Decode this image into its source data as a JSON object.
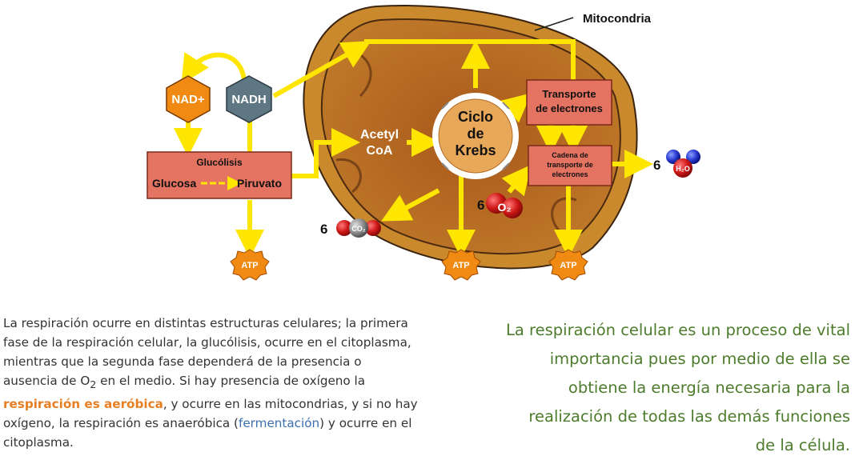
{
  "diagram": {
    "mitochondria_label": "Mitocondria",
    "nad_plus": "NAD+",
    "nadh": "NADH",
    "glycolysis_title": "Glucólisis",
    "glucose": "Glucosa",
    "pyruvate": "Piruvato",
    "acetyl_line1": "Acetyl",
    "acetyl_line2": "CoA",
    "krebs_line1": "Ciclo",
    "krebs_line2": "de",
    "krebs_line3": "Krebs",
    "transport_line1": "Transporte",
    "transport_line2": "de electrones",
    "chain_line1": "Cadena de",
    "chain_line2": "transporte de",
    "chain_line3": "electrones",
    "co2_count": "6",
    "co2_label": "CO₂",
    "o2_count": "6",
    "o2_label": "O₂",
    "h2o_count": "6",
    "h2o_label": "H₂O",
    "atp_1": "ATP",
    "atp_2": "ATP",
    "atp_3": "ATP"
  },
  "left_paragraph": {
    "part1": "La respiración ocurre en distintas estructuras celulares; la primera fase de la respiración celular, la glucólisis, ocurre en el citoplasma, mientras que la segunda fase dependerá de la presencia o ausencia de O",
    "o2_sub": "2",
    "part2": " en el medio. Si hay presencia de oxígeno la ",
    "highlight": "respiración es aeróbica",
    "part3": ", y ocurre en las mitocondrias, y si no hay oxígeno, la respiración es anaeróbica (",
    "link": "fermentación",
    "part4": ") y ocurre en el citoplasma."
  },
  "right_paragraph": {
    "text": "La respiración celular es un proceso de vital importancia pues por medio de ella se obtiene la energía necesaria para la realización de todas las demás funciones de la célula."
  },
  "colors": {
    "arrow_yellow": "#ffe600",
    "box_salmon": "#e57361",
    "mito_outer": "#c6862a",
    "mito_inner": "#b0661a",
    "atp_orange": "#f08a12",
    "nad_orange": "#f08a12",
    "nadh_slate": "#5e7783",
    "krebs_fill": "#e8a85a",
    "right_text_green": "#4d7c2c",
    "highlight_orange": "#e67e22",
    "link_blue": "#3a6fb0"
  }
}
